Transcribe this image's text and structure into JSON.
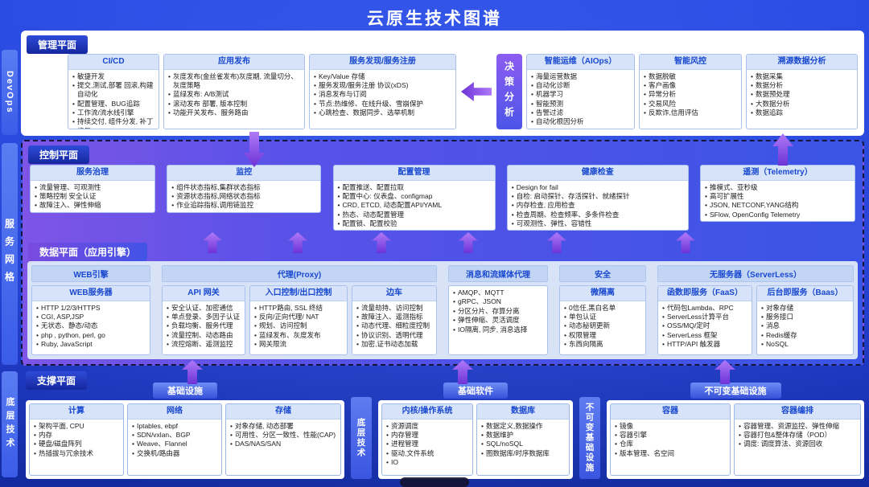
{
  "title": "云原生技术图谱",
  "colors": {
    "background": "#1d39cf",
    "section_gradient_left": "#7e55e6",
    "section_gradient_right": "#3a54e6",
    "card_header_bg": "#d6e3f8",
    "card_header_text": "#1848cf",
    "arrow_purple": "#8a4ff0",
    "panel_light_blue": "#d9e3f7"
  },
  "side_labels": [
    {
      "label": "DevOps"
    },
    {
      "label": "服务网格"
    },
    {
      "label": "底层技术"
    }
  ],
  "management_plane": {
    "label": "管理平面",
    "decision_label": "决策分析",
    "cards": [
      {
        "title": "CI/CD",
        "items": [
          "敏捷开发",
          "提交,测试,部署 回滚,构建自动化",
          "配置管理、BUG追踪",
          "工作流/流水线引擎",
          "持续交付, 组件分发, 补丁修复"
        ]
      },
      {
        "title": "应用发布",
        "items": [
          "灰度发布(金丝雀发布)灰度期, 流量切分、灰度策略",
          "蓝绿发布: A/B测试",
          "滚动发布 部署, 版本控制",
          "功能开关发布、服务路由"
        ]
      },
      {
        "title": "服务发现/服务注册",
        "items": [
          "Key/Value 存储",
          "服务发现/服务注册 协议(xDS)",
          "消息发布与订阅",
          "节点:热维修、在线升级、雪崩保护",
          "心跳检查、数据同步、选举机制"
        ]
      }
    ],
    "right_cards": [
      {
        "title": "智能运维（AIOps）",
        "items": [
          "海量运营数据",
          "自动化诊断",
          "机器学习",
          "智能预测",
          "告警过滤",
          "自动化根因分析"
        ]
      },
      {
        "title": "智能风控",
        "items": [
          "数据脱敏",
          "客户画像",
          "异常分析",
          "交易风险",
          "反欺诈,信用评估"
        ]
      },
      {
        "title": "溯源数据分析",
        "items": [
          "数据采集",
          "数据分析",
          "数据预处理",
          "大数据分析",
          "数据追踪"
        ]
      }
    ]
  },
  "control_plane": {
    "label": "控制平面",
    "cards": [
      {
        "title": "服务治理",
        "items": [
          "流量管理、可观测性",
          "策略控制 安全认证",
          "故障注入、弹性伸缩"
        ]
      },
      {
        "title": "监控",
        "items": [
          "组件状态指标,集群状态指标",
          "资源状态指标,网络状态指标",
          "作业追踪指标,调用链监控"
        ]
      },
      {
        "title": "配置管理",
        "items": [
          "配置推送、配置拉取",
          "配置中心: 仪表盘、configmap",
          "CRD, ETCD, 动态配置API/YAML",
          "热态、动态配置管理",
          "配置锁、配置校验"
        ]
      },
      {
        "title": "健康检查",
        "items": [
          "Design for fail",
          "自检: 启动探针、存活探针、就绪探针",
          "内存检查, 应用检查",
          "检查周期、检查频率、多条件检查",
          "可观测性、弹性、容错性"
        ]
      },
      {
        "title": "遥测（Telemetry）",
        "items": [
          "推模式、亚秒级",
          "高可扩展性",
          "JSON, NETCONF,YANG结构",
          "SFlow, OpenConfig Telemetry"
        ]
      }
    ]
  },
  "data_plane": {
    "label": "数据平面（应用引擎）",
    "groups": [
      {
        "header": "WEB引擎",
        "cards": [
          {
            "title": "WEB服务器",
            "items": [
              "HTTP 1/2/3/HTTPS",
              "CGI, ASP,JSP",
              "无状态、静态/动态",
              "php , python, perl, go",
              "Ruby, JavaScript"
            ]
          }
        ]
      },
      {
        "header": "代理(Proxy)",
        "cards": [
          {
            "title": "API 网关",
            "items": [
              "安全认证、加密通信",
              "单点登录、多因子认证",
              "负载均衡、服务代理",
              "流量控制、动态路由",
              "流控熔断、遥测监控"
            ]
          },
          {
            "title": "入口控制/出口控制",
            "items": [
              "HTTP路由, SSL 终结",
              "反向/正向代理/ NAT",
              "规划、访问控制",
              "蓝绿发布、灰度发布",
              "网关限流"
            ]
          },
          {
            "title": "边车",
            "items": [
              "流量劫持、访问控制",
              "故障注入、遥测指标",
              "动态代理、细粒度控制",
              "协议识别、透明代理",
              "加密,证书动态加载"
            ]
          }
        ]
      },
      {
        "header": "消息和流媒体代理",
        "cards": [
          {
            "title": "",
            "items": [
              "AMQP、MQTT",
              "gRPC、JSON",
              "分区分片、存算分离",
              "弹性伸缩、灵活调度",
              "IO隔离, 同步, 消息选择"
            ]
          }
        ]
      },
      {
        "header": "安全",
        "cards": [
          {
            "title": "微隔离",
            "items": [
              "0信任,黑白名单",
              "单包认证",
              "动态秘钥更新",
              "权限管理",
              "东西向隔离"
            ]
          }
        ]
      },
      {
        "header": "无服务器（ServerLess）",
        "cards": [
          {
            "title": "函数即服务（FaaS）",
            "items": [
              "代码包Lambda、RPC",
              "ServerLess计算平台",
              "OSS/MQ/定时",
              "ServerLess 框架",
              "HTTP/API 触发器"
            ]
          },
          {
            "title": "后台即服务（Baas）",
            "items": [
              "对象存储",
              "服务接口",
              "消息",
              "Redis缓存",
              "NoSQL"
            ]
          }
        ]
      }
    ]
  },
  "support_plane": {
    "label": "支撑平面",
    "groups": [
      {
        "header": "基础设施",
        "cards": [
          {
            "title": "计算",
            "items": [
              "架构平面, CPU",
              "内存",
              "硬盘/磁盘阵列",
              "热插拔与冗余技术"
            ]
          },
          {
            "title": "网络",
            "items": [
              "Iptables, ebpf",
              "SDN/vxlan、BGP",
              "Weave、Flannel",
              "交换机/路由器"
            ]
          },
          {
            "title": "存储",
            "items": [
              "对象存储, 动态部署",
              "可用性、分区一致性、性能(CAP)",
              "DAS/NAS/SAN"
            ]
          }
        ]
      },
      {
        "header": "基础软件",
        "cards": [
          {
            "title": "内核/操作系统",
            "items": [
              "资源调度",
              "内存管理",
              "进程管理",
              "驱动,文件系统",
              "IO"
            ]
          },
          {
            "title": "数据库",
            "items": [
              "数据定义,数据操作",
              "数据维护",
              "SQL/noSQL",
              "图数据库/时序数据库"
            ]
          }
        ]
      },
      {
        "header": "不可变基础设施",
        "cards": [
          {
            "title": "容器",
            "items": [
              "镜像",
              "容器引擎",
              "仓库",
              "版本管理、名空间"
            ]
          },
          {
            "title": "容器编排",
            "items": [
              "容器管理、资源监控、弹性伸缩",
              "容器打包&整体存储（POD）",
              "调度: 调度算法、资源回收"
            ]
          }
        ]
      }
    ],
    "vertical_labels": [
      {
        "label": "底层技术"
      },
      {
        "label": "不可变基础设施"
      }
    ]
  }
}
